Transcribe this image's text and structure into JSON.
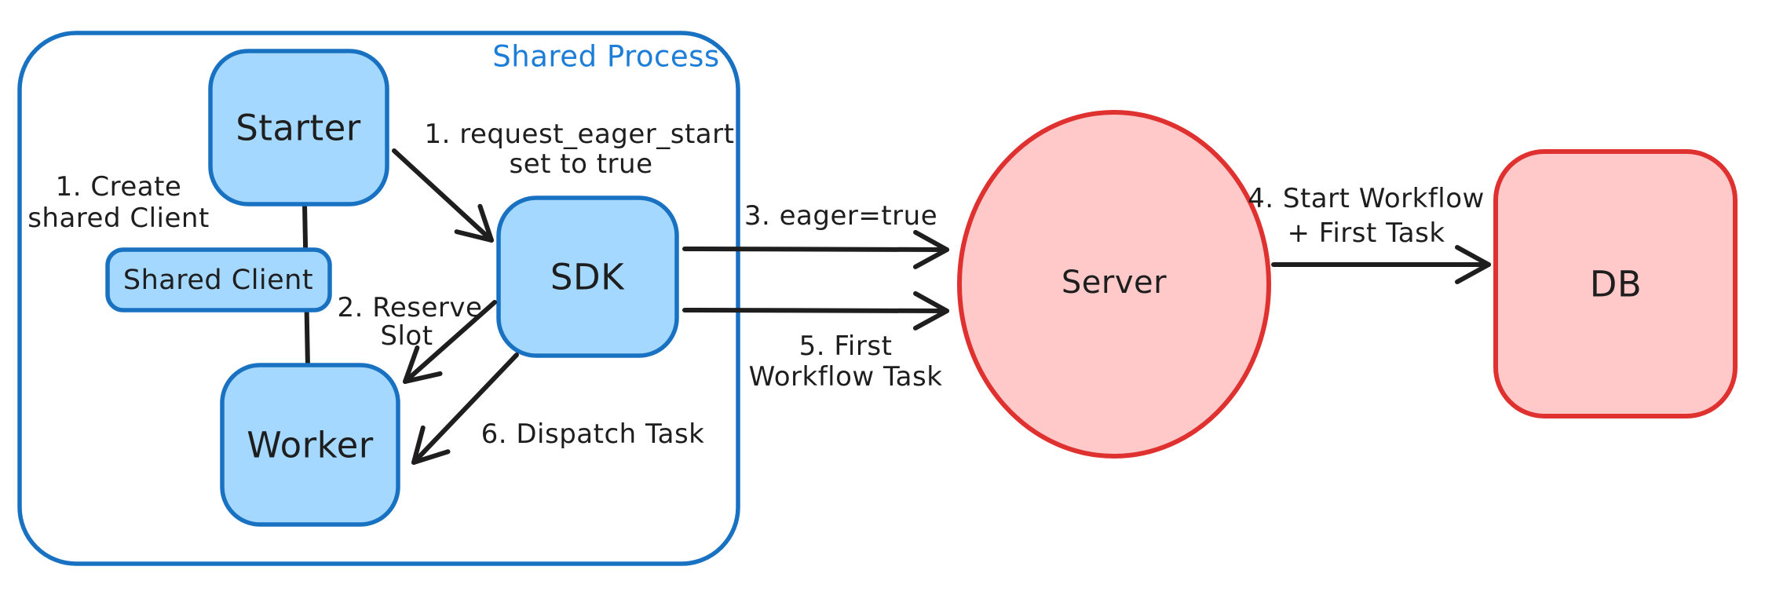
{
  "diagram": {
    "container": {
      "label": "Shared Process"
    },
    "nodes": {
      "starter": {
        "label": "Starter"
      },
      "shared_client": {
        "label": "Shared Client"
      },
      "worker": {
        "label": "Worker"
      },
      "sdk": {
        "label": "SDK"
      },
      "server": {
        "label": "Server"
      },
      "db": {
        "label": "DB"
      }
    },
    "annotations": {
      "create_shared_client": {
        "line1": "1. Create",
        "line2": "shared Client"
      },
      "request_eager_start": {
        "line1": "1. request_eager_start",
        "line2": "set to true"
      },
      "reserve_slot": {
        "line1": "2. Reserve",
        "line2": "Slot"
      },
      "eager_true": {
        "line1": "3. eager=true"
      },
      "start_workflow": {
        "line1": "4. Start Workflow",
        "line2": "+ First Task"
      },
      "first_workflow_task": {
        "line1": "5. First",
        "line2": "Workflow Task"
      },
      "dispatch_task": {
        "line1": "6. Dispatch Task"
      }
    },
    "colors": {
      "blue_stroke": "#1971c2",
      "blue_fill": "#a5d8ff",
      "blue_text": "#1c7ed6",
      "red_stroke": "#e03131",
      "red_fill": "#ffc9c9",
      "ink": "#1e1e1e",
      "bg": "#ffffff"
    }
  }
}
